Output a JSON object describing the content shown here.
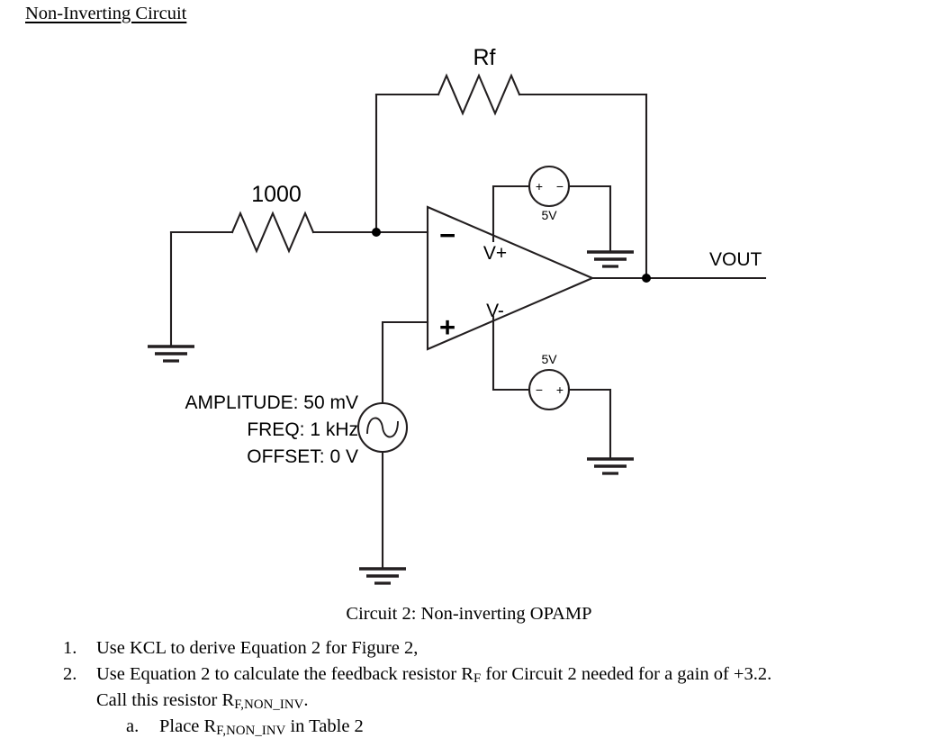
{
  "document": {
    "title": "Non-Inverting Circuit",
    "figure_caption": "Circuit 2: Non-inverting OPAMP"
  },
  "circuit": {
    "name": "non-inverting-opamp",
    "labels": {
      "feedback_resistor": "Rf",
      "input_resistor": "1000",
      "output_node": "VOUT",
      "opamp_inverting_input": "−",
      "opamp_noninverting_input": "+",
      "opamp_supply_positive": "V+",
      "opamp_supply_negative": "V-",
      "supply_top_value": "5V",
      "supply_top_plus": "+",
      "supply_top_minus": "−",
      "supply_bottom_value": "5V",
      "supply_bottom_minus": "−",
      "supply_bottom_plus": "+"
    },
    "source": {
      "amplitude": "AMPLITUDE: 50 mV",
      "frequency": "FREQ: 1 kHz",
      "offset": "OFFSET: 0 V"
    },
    "colors": {
      "wire": "#231f20",
      "text": "#000000",
      "background": "#ffffff"
    }
  },
  "tasks": [
    {
      "marker": "1.",
      "text": "Use KCL to derive Equation 2 for Figure 2,"
    },
    {
      "marker": "2.",
      "text_before": "Use Equation 2 to calculate the feedback resistor R",
      "sub1": "F",
      "text_after": " for Circuit 2 needed for a gain of +3.2."
    },
    {
      "continuation_before": "Call this resistor R",
      "continuation_sub": "F,NON_INV",
      "continuation_after": "."
    },
    {
      "marker": "a.",
      "text_before": "Place R",
      "sub1": "F,NON_INV",
      "text_after": " in Table 2"
    }
  ]
}
